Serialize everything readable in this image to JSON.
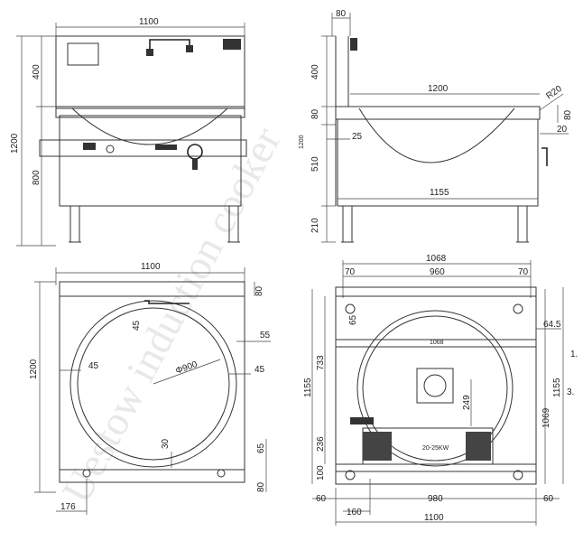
{
  "watermark": "Uestow induction cooker",
  "front_view": {
    "width": "1100",
    "height_total": "1200",
    "height_upper": "400",
    "height_lower": "800"
  },
  "side_view": {
    "offset_top": "80",
    "depth": "1200",
    "radius": "R20",
    "rim": "80",
    "edge": "20",
    "height_a": "400",
    "height_b": "80",
    "height_c": "1200",
    "height_d": "510",
    "height_e": "210",
    "inset": "25",
    "inner_depth": "1155"
  },
  "top_view": {
    "width": "1100",
    "height": "1200",
    "rim_top": "80",
    "offset_a": "45",
    "offset_b": "55",
    "offset_c": "45",
    "offset_d": "45",
    "diameter": "Φ900",
    "gap": "30",
    "foot_a": "65",
    "foot_b": "80",
    "foot_left": "176"
  },
  "bottom_view": {
    "width_top": "1068",
    "inner_width": "960",
    "edge_left": "70",
    "edge_right": "70",
    "offset_65": "65",
    "offset_645": "64.5",
    "rail_label": "1068",
    "h_733": "733",
    "h_1155_left": "1155",
    "h_1155_right": "1155",
    "h_1069": "1069",
    "d_249": "249",
    "h_236": "236",
    "h_100": "100",
    "unit_label": "20-25KW",
    "w_60_left": "60",
    "w_980": "980",
    "w_60_right": "60",
    "w_160": "160",
    "w_1100": "1100"
  },
  "notes": [
    "1.",
    "3."
  ]
}
